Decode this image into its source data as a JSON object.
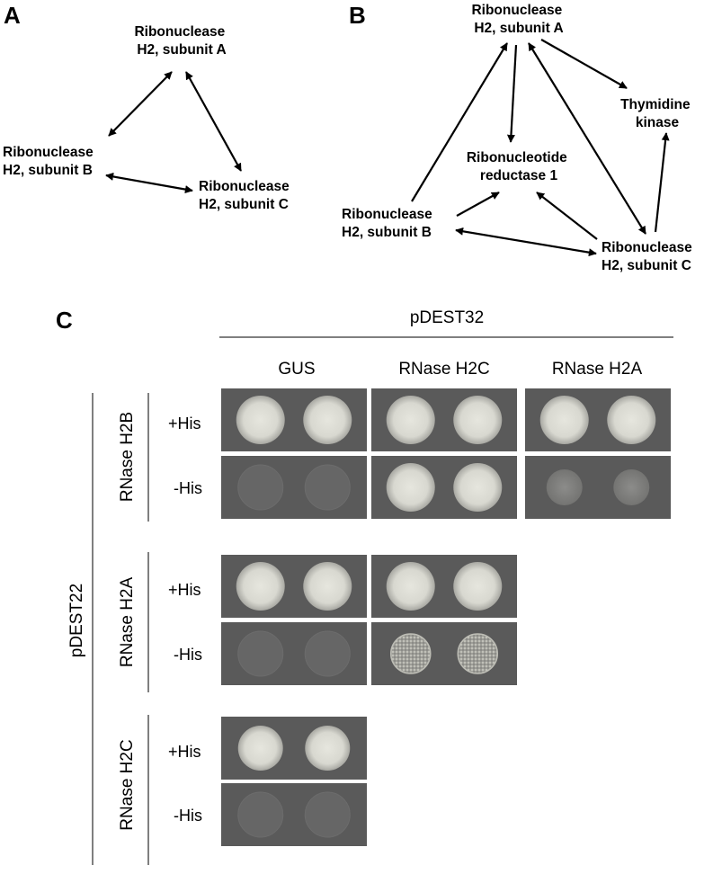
{
  "panel_a": {
    "letter": "A",
    "nodes": {
      "a": [
        "Ribonuclease",
        "H2, subunit A"
      ],
      "b": [
        "Ribonuclease",
        "H2, subunit B"
      ],
      "c": [
        "Ribonuclease",
        "H2, subunit C"
      ]
    }
  },
  "panel_b": {
    "letter": "B",
    "nodes": {
      "a": [
        "Ribonuclease",
        "H2, subunit A"
      ],
      "tk": [
        "Thymidine",
        "kinase"
      ],
      "rr": [
        "Ribonucleotide",
        "reductase 1"
      ],
      "b": [
        "Ribonuclease",
        "H2, subunit B"
      ],
      "c": [
        "Ribonuclease",
        "H2, subunit C"
      ]
    }
  },
  "panel_c": {
    "letter": "C",
    "column_vector": "pDEST32",
    "columns": [
      "GUS",
      "RNase H2C",
      "RNase H2A"
    ],
    "row_vector": "pDEST22",
    "row_groups": [
      {
        "label": "RNase H2B",
        "conditions": [
          {
            "label": "+His",
            "spot_types": [
              "white",
              "white",
              "white"
            ]
          },
          {
            "label": "-His",
            "spot_types": [
              "faint",
              "white",
              "grey-small"
            ]
          }
        ]
      },
      {
        "label": "RNase H2A",
        "conditions": [
          {
            "label": "+His",
            "spot_types": [
              "white",
              "white"
            ]
          },
          {
            "label": "-His",
            "spot_types": [
              "faint",
              "speckled"
            ]
          }
        ]
      },
      {
        "label": "RNase H2C",
        "conditions": [
          {
            "label": "+His",
            "spot_types": [
              "white-rough"
            ]
          },
          {
            "label": "-His",
            "spot_types": [
              "faint"
            ]
          }
        ]
      }
    ]
  },
  "colors": {
    "plate_background": "#5a5a5a",
    "colony_white": "#d2d2ca",
    "colony_faint": "#666666"
  }
}
